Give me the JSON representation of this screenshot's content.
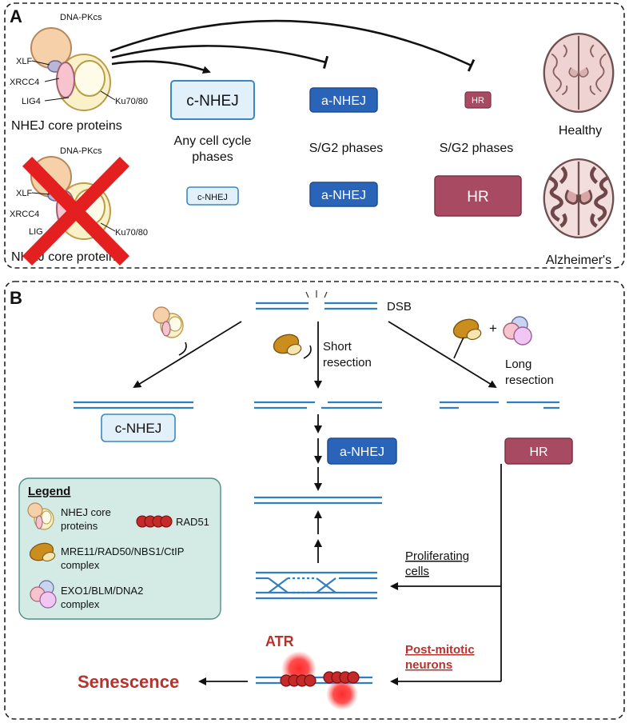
{
  "panel_a": {
    "label": "A",
    "proteins": {
      "dnapkcs": "DNA-PKcs",
      "xlf": "XLF",
      "xrcc4": "XRCC4",
      "lig4_full": "LIG4",
      "lig4_partial": "LIG",
      "ku": "Ku70/80",
      "core": "NHEJ core proteins"
    },
    "boxes": {
      "cnhej": "c-NHEJ",
      "anhej": "a-NHEJ",
      "hr": "HR"
    },
    "phases": {
      "any": [
        "Any cell cycle",
        "phases"
      ],
      "sg2": "S/G2 phases"
    },
    "conditions": {
      "healthy": "Healthy",
      "alzheimers": "Alzheimer's"
    }
  },
  "panel_b": {
    "label": "B",
    "dsb": "DSB",
    "short_resection": [
      "Short",
      "resection"
    ],
    "long_resection": [
      "Long",
      "resection"
    ],
    "plus": "+",
    "boxes": {
      "cnhej": "c-NHEJ",
      "anhej": "a-NHEJ",
      "hr": "HR"
    },
    "proliferating": [
      "Proliferating",
      "cells"
    ],
    "postmitotic": [
      "Post-mitotic",
      "neurons"
    ],
    "atr": "ATR",
    "senescence": "Senescence",
    "legend": {
      "title": "Legend",
      "nhej": [
        "NHEJ core",
        "proteins"
      ],
      "rad51": "RAD51",
      "mrn": [
        "MRE11/RAD50/NBS1/CtIP",
        "complex"
      ],
      "exo": [
        "EXO1/BLM/DNA2",
        "complex"
      ]
    }
  },
  "colors": {
    "dna_blue": "#2f7fc1",
    "cnhej_fill": "#e2f0fa",
    "cnhej_stroke": "#3b87c4",
    "anhej_fill": "#2a64b8",
    "hr_fill": "#a84b62",
    "red_accent": "#b8322c",
    "legend_fill": "#d3ebe4",
    "legend_stroke": "#4f8f85",
    "red_x": "#e41f1f"
  }
}
